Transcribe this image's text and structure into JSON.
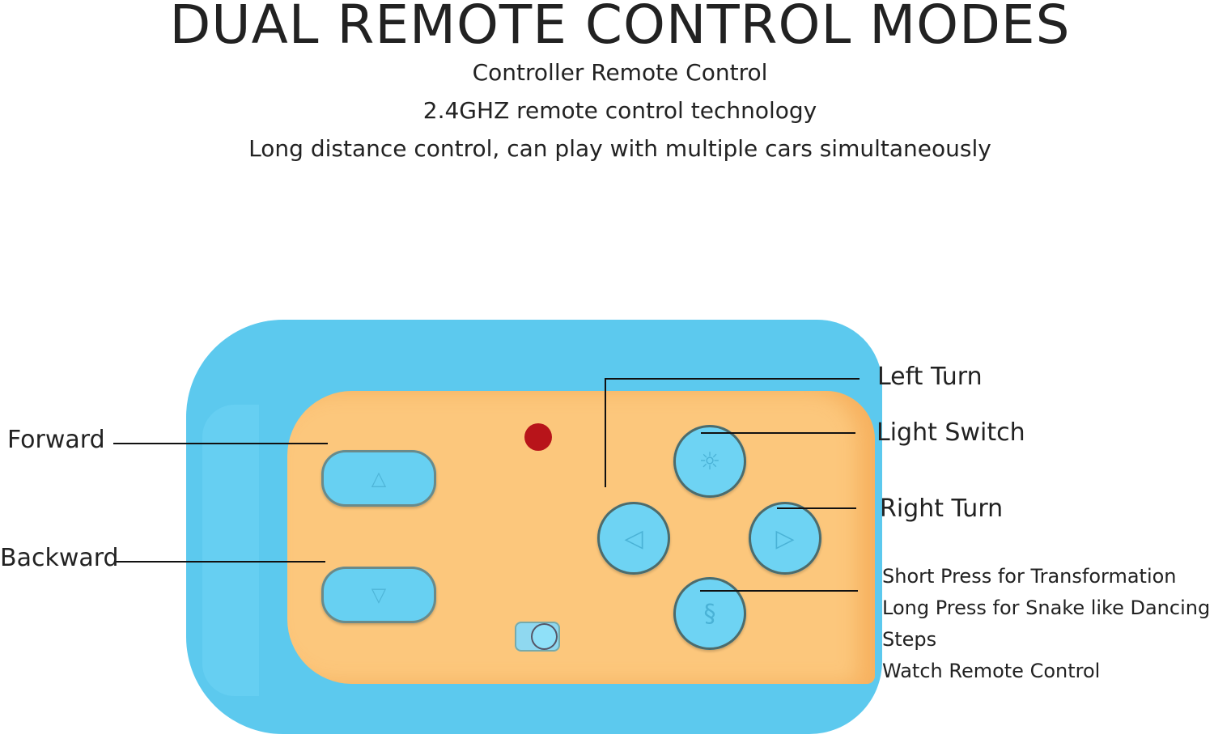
{
  "header": {
    "title": "DUAL REMOTE CONTROL MODES",
    "subtitles": [
      "Controller Remote Control",
      "2.4GHZ remote control technology",
      "Long distance control, can play with multiple cars simultaneously"
    ]
  },
  "labels": {
    "forward": "Forward",
    "backward": "Backward",
    "left_turn": "Left Turn",
    "light_switch": "Light Switch",
    "right_turn": "Right Turn",
    "snake_lines": [
      "Short Press for Transformation",
      "Long Press for Snake like Dancing",
      "Steps",
      "Watch Remote Control"
    ]
  },
  "icons": {
    "forward": "triangle-up-icon",
    "backward": "triangle-down-icon",
    "left": "triangle-left-icon",
    "right": "triangle-right-icon",
    "light": "light-icon",
    "snake": "snake-icon"
  },
  "colors": {
    "shell": "#5cc9ee",
    "panel": "#fcc77c",
    "led": "#b8141a"
  }
}
